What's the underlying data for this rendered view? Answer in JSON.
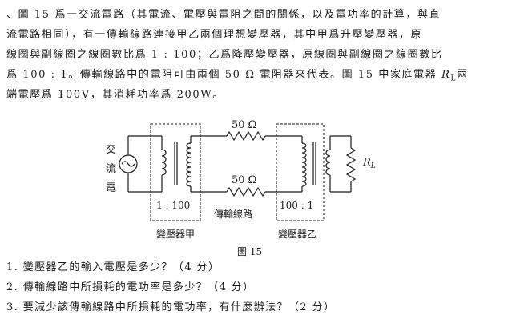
{
  "problem": {
    "lines": [
      "、圖 15 爲一交流電路（其電流、電壓與電阻之間的關係，以及電功率的計算，與直",
      "流電路相同），有一傳輸線路連接甲乙兩個理想變壓器，其中甲爲升壓變壓器，原",
      "線圈與副線圈之線圈數比爲 1 : 100；乙爲降壓變壓器，原線圈與副線圈之線圈數比",
      "爲 100 : 1。傳輸線路中的電阻可由兩個 50 Ω 電阻器來代表。圖 15 中家庭電器 "
    ],
    "load_symbol_main": "R",
    "load_symbol_sub": "L",
    "line4_tail": "兩",
    "line5": "端電壓爲 100V，其消耗功率爲 200W。"
  },
  "figure": {
    "source_chars": [
      "交",
      "流",
      "電"
    ],
    "resistor_top_label": "50 Ω",
    "resistor_bottom_label": "50 Ω",
    "ratio_left": "1 : 100",
    "ratio_right": "100 : 1",
    "line_label": "傳輸線路",
    "transformer_a_label": "變壓器甲",
    "transformer_b_label": "變壓器乙",
    "load_label_main": "R",
    "load_label_sub": "L",
    "caption": "圖 15"
  },
  "questions": [
    "1. 變壓器乙的輸入電壓是多少？（4 分）",
    "2. 傳輸線路中所損耗的電功率是多少？（4 分）",
    "3. 要減少該傳輸線路中所損耗的電功率，有什麼辦法？（2 分）"
  ]
}
